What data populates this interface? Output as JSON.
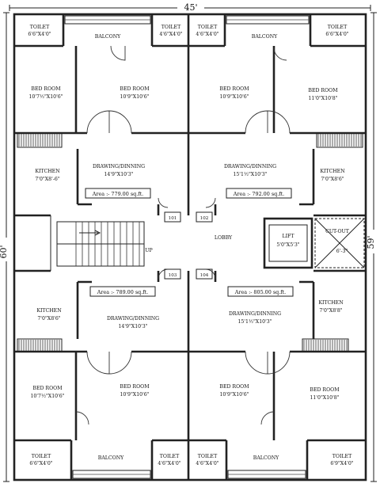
{
  "dimensions": {
    "top": "45'",
    "left": "60'",
    "right": "59'"
  },
  "flats": [
    {
      "id": "top-left",
      "area": "Area :- 779.00 sq.ft.",
      "toilet1": {
        "name": "TOILET",
        "size": "6'6\"X4'0\""
      },
      "balcony": "BALCONY",
      "toilet2": {
        "name": "TOILET",
        "size": "4'6\"X4'0\""
      },
      "bed1": {
        "name": "BED ROOM",
        "size": "10'7½\"X10'6\""
      },
      "bed2": {
        "name": "BED ROOM",
        "size": "10'9\"X10'6\""
      },
      "kitchen": {
        "name": "KITCHEN",
        "size": "7'0\"X8'-6\""
      },
      "drawing": {
        "name": "DRAWING/DINNING",
        "size": "14'9\"X10'3\""
      }
    },
    {
      "id": "top-right",
      "area": "Area :- 792.00 sq.ft.",
      "toilet1": {
        "name": "TOILET",
        "size": "4'6\"X4'0\""
      },
      "balcony": "BALCONY",
      "toilet2": {
        "name": "TOILET",
        "size": "6'6\"X4'0\""
      },
      "bed1": {
        "name": "BED ROOM",
        "size": "10'9\"X10'6\""
      },
      "bed2": {
        "name": "BED ROOM",
        "size": "11'0\"X10'8\""
      },
      "kitchen": {
        "name": "KITCHEN",
        "size": "7'0\"X8'6\""
      },
      "drawing": {
        "name": "DRAWING/DINNING",
        "size": "15'1½\"X10'3\""
      }
    },
    {
      "id": "bottom-left",
      "area": "Area :- 789.00 sq.ft.",
      "toilet1": {
        "name": "TOILET",
        "size": "6'6\"X4'0\""
      },
      "balcony": "BALCONY",
      "toilet2": {
        "name": "TOILET",
        "size": "4'6\"X4'0\""
      },
      "bed1": {
        "name": "BED ROOM",
        "size": "10'7½\"X10'6\""
      },
      "bed2": {
        "name": "BED ROOM",
        "size": "10'9\"X10'6\""
      },
      "kitchen": {
        "name": "KITCHEN",
        "size": "7'0\"X8'6\""
      },
      "drawing": {
        "name": "DRAWING/DINNING",
        "size": "14'9\"X10'3\""
      }
    },
    {
      "id": "bottom-right",
      "area": "Area :- 805.00 sq.ft.",
      "toilet1": {
        "name": "TOILET",
        "size": "4'6\"X4'0\""
      },
      "balcony": "BALCONY",
      "toilet2": {
        "name": "TOILET",
        "size": "6'9\"X4'0\""
      },
      "bed1": {
        "name": "BED ROOM",
        "size": "10'9\"X10'6\""
      },
      "bed2": {
        "name": "BED ROOM",
        "size": "11'0\"X10'8\""
      },
      "kitchen": {
        "name": "KITCHEN",
        "size": "7'0\"X8'8\""
      },
      "drawing": {
        "name": "DRAWING/DINNING",
        "size": "15'1½\"X10'3\""
      }
    }
  ],
  "units": [
    "101",
    "102",
    "103",
    "104"
  ],
  "lobby": "LOBBY",
  "lift": {
    "name": "LIFT",
    "size": "5'0\"X5'3\""
  },
  "cutout": {
    "name": "CUT-OUT",
    "size": "6'-3\""
  },
  "stair_label": "UP"
}
